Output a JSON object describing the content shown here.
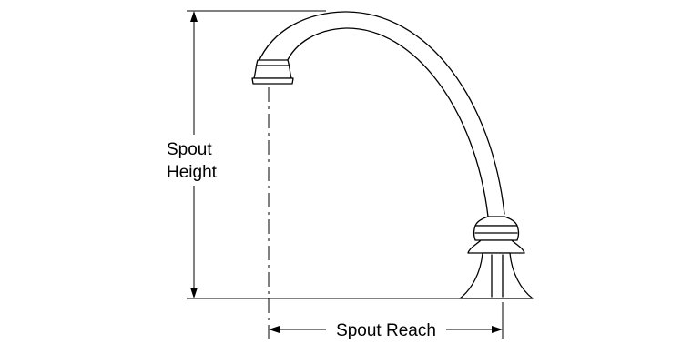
{
  "labels": {
    "spout_height_line1": "Spout",
    "spout_height_line2": "Height",
    "spout_reach": "Spout Reach"
  }
}
